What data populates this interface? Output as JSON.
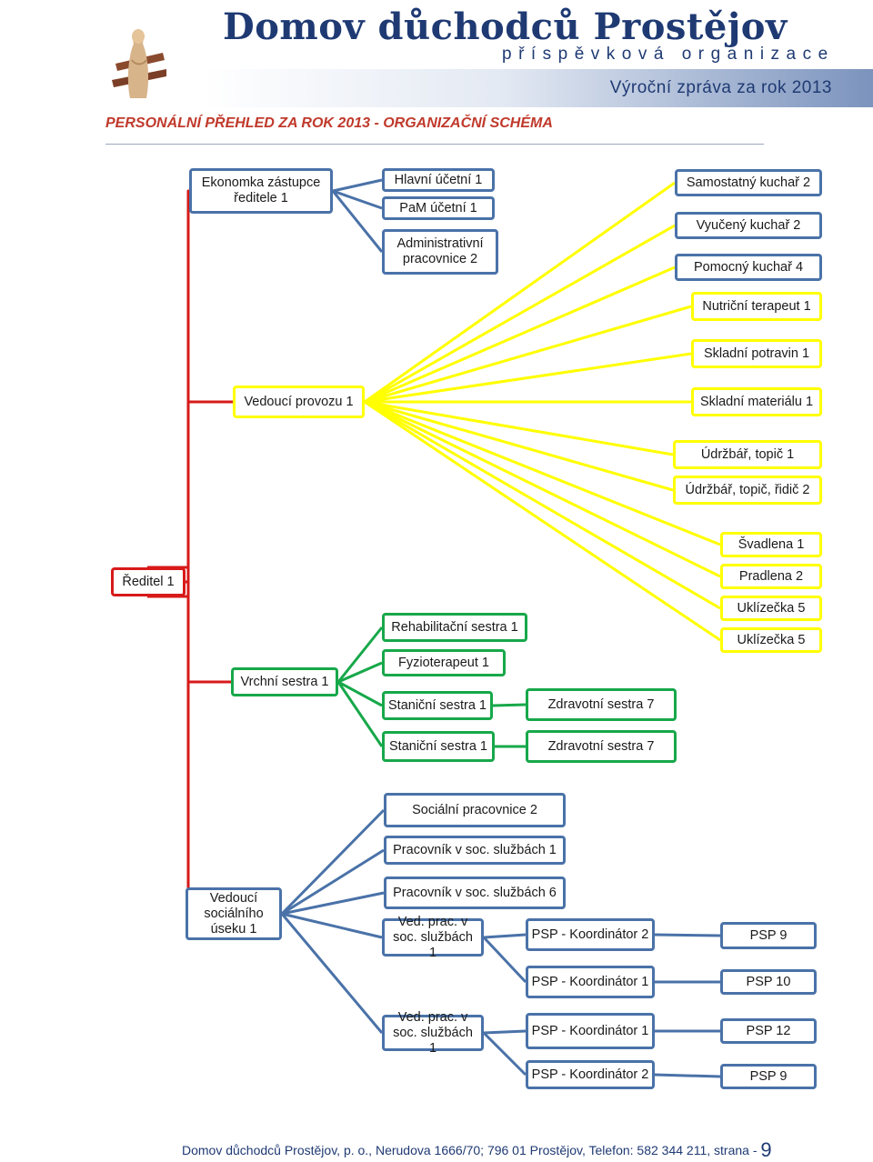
{
  "header": {
    "org_name": "Domov důchodců Prostějov",
    "org_type": "příspěvková organizace",
    "report_title": "Výroční zpráva za rok 2013"
  },
  "section_title": "PERSONÁLNÍ PŘEHLED ZA ROK 2013 - ORGANIZAČNÍ SCHÉMA",
  "colors": {
    "red": "#d81a1a",
    "blue": "#4a72a8",
    "yellow": "#ffff00",
    "green": "#17a84a"
  },
  "nodes": [
    {
      "id": "reditel",
      "label": "Ředitel 1",
      "color": "red"
    },
    {
      "id": "ekonomka",
      "label": "Ekonomka zástupce ředitele 1",
      "color": "blue"
    },
    {
      "id": "hlavni",
      "label": "Hlavní účetní 1",
      "color": "blue"
    },
    {
      "id": "pam",
      "label": "PaM účetní 1",
      "color": "blue"
    },
    {
      "id": "admin",
      "label": "Administrativní pracovnice 2",
      "color": "blue"
    },
    {
      "id": "provozu",
      "label": "Vedoucí provozu 1",
      "color": "yellow"
    },
    {
      "id": "kuch_sam",
      "label": "Samostatný kuchař 2",
      "color": "blue"
    },
    {
      "id": "kuch_vyu",
      "label": "Vyučený kuchař 2",
      "color": "blue"
    },
    {
      "id": "kuch_pom",
      "label": "Pomocný kuchař 4",
      "color": "blue"
    },
    {
      "id": "nutri",
      "label": "Nutriční terapeut 1",
      "color": "yellow"
    },
    {
      "id": "skl_pot",
      "label": "Skladní potravin 1",
      "color": "yellow"
    },
    {
      "id": "skl_mat",
      "label": "Skladní materiálu 1",
      "color": "yellow"
    },
    {
      "id": "udrz1",
      "label": "Údržbář, topič 1",
      "color": "yellow"
    },
    {
      "id": "udrz2",
      "label": "Údržbář, topič, řidič 2",
      "color": "yellow"
    },
    {
      "id": "svadlena",
      "label": "Švadlena 1",
      "color": "yellow"
    },
    {
      "id": "pradlena",
      "label": "Pradlena 2",
      "color": "yellow"
    },
    {
      "id": "ukl1",
      "label": "Uklízečka 5",
      "color": "yellow"
    },
    {
      "id": "ukl2",
      "label": "Uklízečka 5",
      "color": "yellow"
    },
    {
      "id": "vrchni",
      "label": "Vrchní sestra 1",
      "color": "green"
    },
    {
      "id": "rehab",
      "label": "Rehabilitační sestra 1",
      "color": "green"
    },
    {
      "id": "fyzio",
      "label": "Fyzioterapeut 1",
      "color": "green"
    },
    {
      "id": "stan1",
      "label": "Staniční sestra 1",
      "color": "green"
    },
    {
      "id": "zdrav1",
      "label": "Zdravotní sestra 7",
      "color": "green"
    },
    {
      "id": "stan2",
      "label": "Staniční sestra 1",
      "color": "green"
    },
    {
      "id": "zdrav2",
      "label": "Zdravotní sestra 7",
      "color": "green"
    },
    {
      "id": "socusek",
      "label": "Vedoucí sociálního úseku 1",
      "color": "blue"
    },
    {
      "id": "socprac",
      "label": "Sociální pracovnice 2",
      "color": "blue"
    },
    {
      "id": "pss1",
      "label": "Pracovník v soc. službách 1",
      "color": "blue"
    },
    {
      "id": "pss6",
      "label": "Pracovník v soc. službách 6",
      "color": "blue"
    },
    {
      "id": "ved1",
      "label": "Ved. prac. v soc. službách 1",
      "color": "blue"
    },
    {
      "id": "ved2",
      "label": "Ved. prac. v soc. službách 1",
      "color": "blue"
    },
    {
      "id": "koord1",
      "label": "PSP - Koordinátor 2",
      "color": "blue"
    },
    {
      "id": "koord2",
      "label": "PSP - Koordinátor 1",
      "color": "blue"
    },
    {
      "id": "koord3",
      "label": "PSP - Koordinátor 1",
      "color": "blue"
    },
    {
      "id": "koord4",
      "label": "PSP - Koordinátor 2",
      "color": "blue"
    },
    {
      "id": "psp1",
      "label": "PSP 9",
      "color": "blue"
    },
    {
      "id": "psp2",
      "label": "PSP 10",
      "color": "blue"
    },
    {
      "id": "psp3",
      "label": "PSP 12",
      "color": "blue"
    },
    {
      "id": "psp4",
      "label": "PSP 9",
      "color": "blue"
    }
  ],
  "edges": [
    {
      "from": "reditel",
      "to": "ekonomka",
      "color": "red"
    },
    {
      "from": "reditel",
      "to": "provozu",
      "color": "red"
    },
    {
      "from": "reditel",
      "to": "vrchni",
      "color": "red"
    },
    {
      "from": "reditel",
      "to": "socusek",
      "color": "red"
    },
    {
      "from": "ekonomka",
      "to": "hlavni",
      "color": "blue"
    },
    {
      "from": "ekonomka",
      "to": "pam",
      "color": "blue"
    },
    {
      "from": "ekonomka",
      "to": "admin",
      "color": "blue"
    },
    {
      "from": "provozu",
      "to": "kuch_sam",
      "color": "yellow"
    },
    {
      "from": "provozu",
      "to": "kuch_vyu",
      "color": "yellow"
    },
    {
      "from": "provozu",
      "to": "kuch_pom",
      "color": "yellow"
    },
    {
      "from": "provozu",
      "to": "nutri",
      "color": "yellow"
    },
    {
      "from": "provozu",
      "to": "skl_pot",
      "color": "yellow"
    },
    {
      "from": "provozu",
      "to": "skl_mat",
      "color": "yellow"
    },
    {
      "from": "provozu",
      "to": "udrz1",
      "color": "yellow"
    },
    {
      "from": "provozu",
      "to": "udrz2",
      "color": "yellow"
    },
    {
      "from": "provozu",
      "to": "svadlena",
      "color": "yellow"
    },
    {
      "from": "provozu",
      "to": "pradlena",
      "color": "yellow"
    },
    {
      "from": "provozu",
      "to": "ukl1",
      "color": "yellow"
    },
    {
      "from": "provozu",
      "to": "ukl2",
      "color": "yellow"
    },
    {
      "from": "vrchni",
      "to": "rehab",
      "color": "green"
    },
    {
      "from": "vrchni",
      "to": "fyzio",
      "color": "green"
    },
    {
      "from": "vrchni",
      "to": "stan1",
      "color": "green"
    },
    {
      "from": "vrchni",
      "to": "stan2",
      "color": "green"
    },
    {
      "from": "stan1",
      "to": "zdrav1",
      "color": "green"
    },
    {
      "from": "stan2",
      "to": "zdrav2",
      "color": "green"
    },
    {
      "from": "socusek",
      "to": "socprac",
      "color": "blue"
    },
    {
      "from": "socusek",
      "to": "pss1",
      "color": "blue"
    },
    {
      "from": "socusek",
      "to": "pss6",
      "color": "blue"
    },
    {
      "from": "socusek",
      "to": "ved1",
      "color": "blue"
    },
    {
      "from": "socusek",
      "to": "ved2",
      "color": "blue"
    },
    {
      "from": "ved1",
      "to": "koord1",
      "color": "blue"
    },
    {
      "from": "ved1",
      "to": "koord2",
      "color": "blue"
    },
    {
      "from": "ved2",
      "to": "koord3",
      "color": "blue"
    },
    {
      "from": "ved2",
      "to": "koord4",
      "color": "blue"
    },
    {
      "from": "koord1",
      "to": "psp1",
      "color": "blue"
    },
    {
      "from": "koord2",
      "to": "psp2",
      "color": "blue"
    },
    {
      "from": "koord3",
      "to": "psp3",
      "color": "blue"
    },
    {
      "from": "koord4",
      "to": "psp4",
      "color": "blue"
    }
  ],
  "footer": {
    "text": "Domov důchodců Prostějov, p. o., Nerudova 1666/70; 796 01 Prostějov, Telefon: 582 344 211,",
    "page_prefix": "strana -",
    "page_number": "9"
  }
}
